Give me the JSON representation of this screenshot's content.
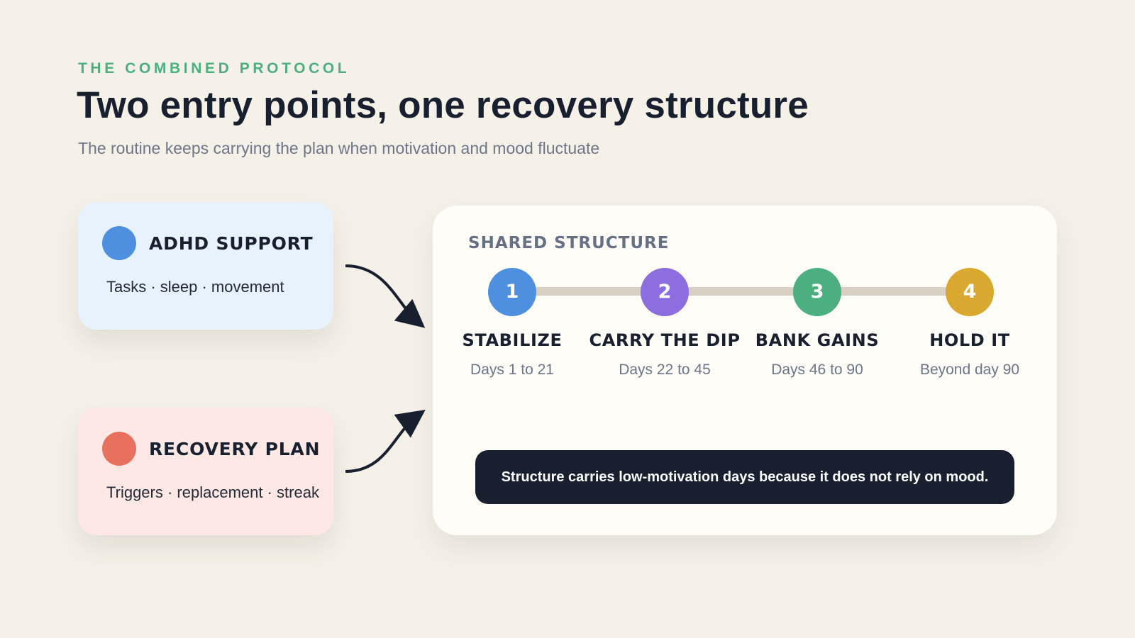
{
  "header": {
    "eyebrow": "THE COMBINED PROTOCOL",
    "title": "Two entry points, one recovery structure",
    "subtitle": "The routine keeps carrying the plan when motivation and mood fluctuate"
  },
  "entry_points": [
    {
      "title": "ADHD SUPPORT",
      "items": "Tasks · sleep · movement",
      "color": "#4e90df",
      "background": "#e8f2fd"
    },
    {
      "title": "RECOVERY PLAN",
      "items": "Triggers · replacement · streak",
      "color": "#e8705e",
      "background": "#fde8e5"
    }
  ],
  "shared_structure": {
    "heading": "SHARED STRUCTURE",
    "phases": [
      {
        "number": "1",
        "name": "STABILIZE",
        "days": "Days 1 to 21",
        "color": "#4e90df"
      },
      {
        "number": "2",
        "name": "CARRY THE DIP",
        "days": "Days 22 to 45",
        "color": "#8c6ee0"
      },
      {
        "number": "3",
        "name": "BANK GAINS",
        "days": "Days 46 to 90",
        "color": "#4caf80"
      },
      {
        "number": "4",
        "name": "HOLD IT",
        "days": "Beyond day 90",
        "color": "#d9a82e"
      }
    ],
    "callout": "Structure carries low-motivation days because it does not rely on mood."
  },
  "colors": {
    "background": "#f5f1e8",
    "ink": "#18202f",
    "accent": "#4caf80",
    "muted": "#6d7588",
    "track": "#d8d0c2"
  }
}
